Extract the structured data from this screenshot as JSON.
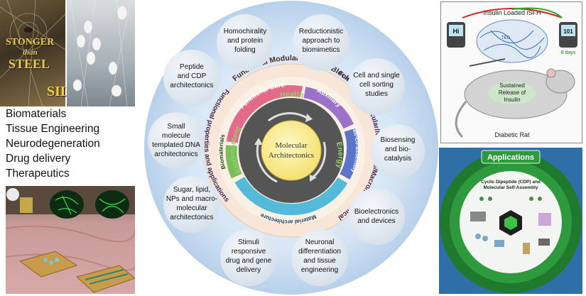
{
  "left": {
    "silk": {
      "line1": "STONGER",
      "line2": "than",
      "line3": "STEEL",
      "line4": "SILK"
    },
    "keywords": [
      "Biomaterials",
      "Tissue Engineering",
      "Neurodegeneration",
      "Drug delivery",
      "Therapeutics"
    ]
  },
  "center": {
    "core_title": [
      "Molecular",
      "Architectonics"
    ],
    "ring_labels": {
      "health": "Health",
      "energy": "Energy",
      "environment": "Environment",
      "functional_core": "Functional Core",
      "auxiliary": "Auxiliary",
      "self_assembly": "Self-co-assembly",
      "material_architecture": "Material architecture",
      "biomaterials": "Biomaterials"
    },
    "outer_arcs": {
      "top": "Functional Modular building Block",
      "right": "Functional molecular/Nano/Micro/Macro/Hierarchical",
      "left": "Functional properties and applications"
    },
    "bubbles": [
      {
        "lines": [
          "Homochirality",
          "and protein",
          "folding"
        ]
      },
      {
        "lines": [
          "Reductionistic",
          "approach to",
          "biomimetics"
        ]
      },
      {
        "lines": [
          "Cell and single",
          "cell sorting",
          "studies"
        ]
      },
      {
        "lines": [
          "Biosensing",
          "and bio-",
          "catalysis"
        ]
      },
      {
        "lines": [
          "Bioelectronics",
          "and devices"
        ]
      },
      {
        "lines": [
          "Neuronal",
          "differentiation",
          "and tissue",
          "engineering"
        ]
      },
      {
        "lines": [
          "Stimuli",
          "responsive",
          "drug and gene",
          "delivery"
        ]
      },
      {
        "lines": [
          "Sugar, lipid,",
          "NPs and macro-",
          "molecular",
          "architectonics"
        ]
      },
      {
        "lines": [
          "Small",
          "molecule",
          "templated DNA",
          "architectonics"
        ]
      },
      {
        "lines": [
          "Peptide",
          "and CDP",
          "architectonics"
        ]
      }
    ]
  },
  "right": {
    "mouse": {
      "title": "Insulin Loaded iSFH",
      "glucometer_left": "Hi",
      "glucometer_right": "101",
      "day_label": "8 days",
      "release": [
        "Sustained",
        "Release of",
        "Insulin"
      ],
      "caption": "Diabetic Rat",
      "tag": "TEG"
    },
    "applications": {
      "title": "Applications",
      "center_title": [
        "Cyclic Dipeptide (CDP) and",
        "Molecular Self-Assembly"
      ]
    }
  }
}
